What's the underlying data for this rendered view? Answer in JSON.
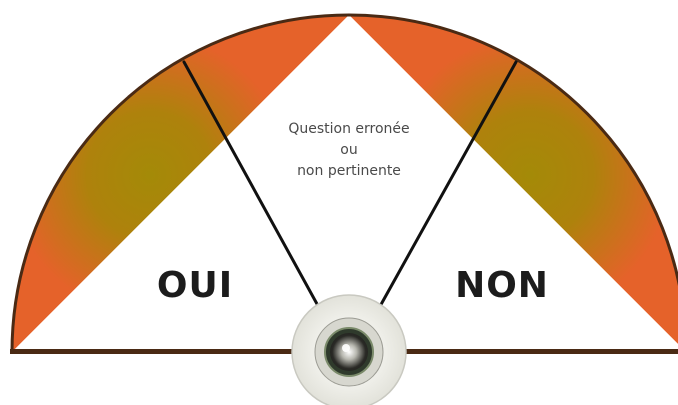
{
  "diagram": {
    "center_text": [
      "Question erronée",
      "ou",
      "non pertinente"
    ],
    "left_label": "OUI",
    "right_label": "NON"
  },
  "colors": {
    "orange": "#e5622a",
    "olive": "#a48a08",
    "outline": "#4a2a14",
    "needle": "#111111",
    "background": "#ffffff"
  }
}
